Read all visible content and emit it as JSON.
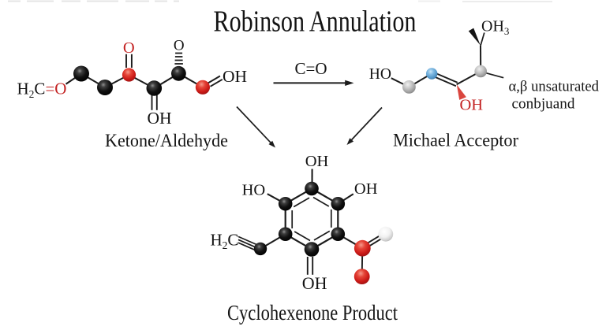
{
  "title": "Robinson Annulation",
  "colors": {
    "background": "#ffffff",
    "text": "#141414",
    "red_text": "#c32222",
    "bond": "#1c1c1c",
    "red_ball": "#d41f1f",
    "black_ball": "#141414",
    "gray_ball": "#c9c9c9",
    "blue_ball": "#74b3dd",
    "white_ball": "#ececec"
  },
  "ketone": {
    "label": "Ketone/Aldehyde",
    "formula": {
      "h": "H",
      "sub2": "2",
      "c": "C",
      "double_o": "=O"
    },
    "carbonyl_o": "O",
    "hydroxyl_down": "OH",
    "stereo_o": "O",
    "hydroxyl_right": "OH"
  },
  "reaction": {
    "arrow_label": "C=O"
  },
  "michael": {
    "label": "Michael Acceptor",
    "ho": "HO",
    "oh_red": "OH",
    "oh3": {
      "oh": "OH",
      "sub3": "3"
    },
    "note_line1": "α,β unsaturated",
    "note_line2": "conbjuand"
  },
  "product": {
    "label": "Cyclohexenone Product",
    "oh_top": "OH",
    "ho_left": "HO",
    "oh_right": "OH",
    "oh_bottom": "OH",
    "formula": {
      "h": "H",
      "sub2": "2",
      "c": "C"
    }
  }
}
